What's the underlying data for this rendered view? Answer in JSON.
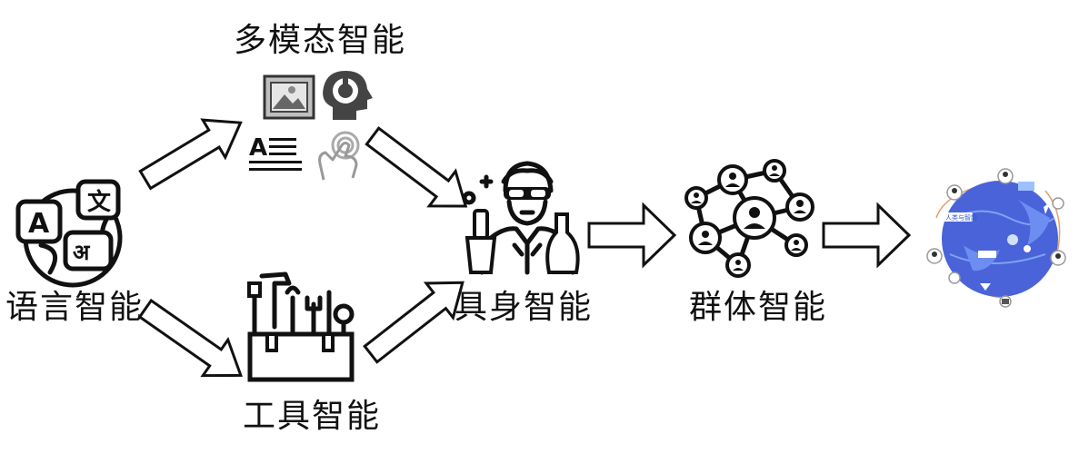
{
  "labels": {
    "multimodal": "多模态智能",
    "language": "语言智能",
    "tool": "工具智能",
    "embodied": "具身智能",
    "swarm": "群体智能"
  },
  "globe_text": "人类与智能",
  "icons": {
    "language": [
      "translate-globe-icon"
    ],
    "multimodal": [
      "image-icon",
      "head-headphones-icon",
      "text-lines-icon",
      "touch-hand-icon"
    ],
    "tool": [
      "toolbox-icon"
    ],
    "embodied": [
      "scientist-icon"
    ],
    "swarm": [
      "people-network-icon"
    ],
    "final": [
      "network-globe-icon"
    ]
  },
  "colors": {
    "ink": "#111111",
    "globe_blue": "#4a63d8",
    "globe_light": "#7ea3f4"
  }
}
